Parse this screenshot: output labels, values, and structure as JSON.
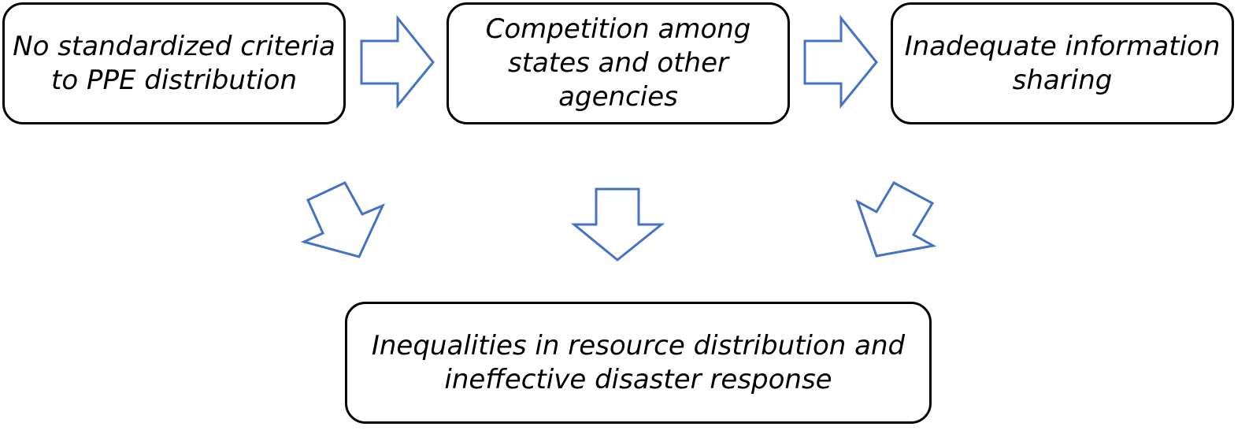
{
  "boxes": {
    "no_criteria": "No standardized criteria to PPE distribution",
    "competition": "Competition among states and other agencies",
    "info_sharing": "Inadequate information sharing",
    "outcome": "Inequalities in resource distribution and ineffective disaster response"
  },
  "colors": {
    "arrow_stroke": "#4472c4",
    "box_border": "#000000"
  }
}
